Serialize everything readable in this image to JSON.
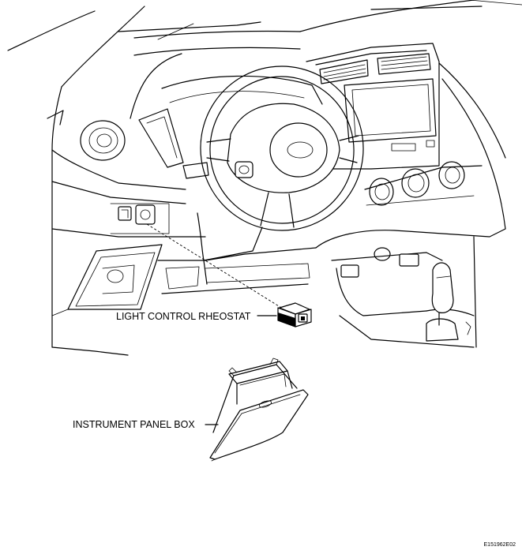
{
  "labels": {
    "light_control_rheostat": "LIGHT CONTROL RHEOSTAT",
    "instrument_panel_box": "INSTRUMENT PANEL BOX"
  },
  "figure_code": "E151962E02"
}
